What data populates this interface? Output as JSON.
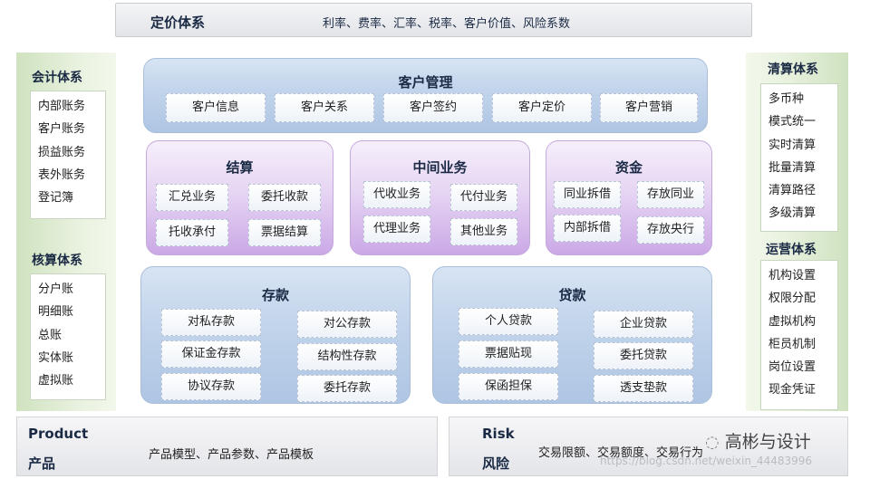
{
  "pricing": {
    "title": "定价体系",
    "items": "利率、费率、汇率、税率、客户价值、风险系数"
  },
  "accounting": {
    "title": "会计体系",
    "items": [
      "内部账务",
      "客户账务",
      "损益账务",
      "表外账务",
      "登记簿"
    ]
  },
  "costing": {
    "title": "核算体系",
    "items": [
      "分户账",
      "明细账",
      "总账",
      "实体账",
      "虚拟账"
    ]
  },
  "clearing": {
    "title": "清算体系",
    "items": [
      "多币种",
      "模式统一",
      "实时清算",
      "批量清算",
      "清算路径",
      "多级清算"
    ]
  },
  "operations": {
    "title": "运营体系",
    "items": [
      "机构设置",
      "权限分配",
      "虚拟机构",
      "柜员机制",
      "岗位设置",
      "现金凭证"
    ]
  },
  "customer": {
    "title": "客户管理",
    "items": [
      "客户信息",
      "客户关系",
      "客户签约",
      "客户定价",
      "客户营销"
    ]
  },
  "settlement": {
    "title": "结算",
    "items": [
      "汇兑业务",
      "委托收款",
      "托收承付",
      "票据结算"
    ]
  },
  "intermediary": {
    "title": "中间业务",
    "items": [
      "代收业务",
      "代付业务",
      "代理业务",
      "其他业务"
    ]
  },
  "funds": {
    "title": "资金",
    "items": [
      "同业拆借",
      "存放同业",
      "内部拆借",
      "存放央行"
    ]
  },
  "deposit": {
    "title": "存款",
    "items": [
      "对私存款",
      "对公存款",
      "保证金存款",
      "结构性存款",
      "协议存款",
      "委托存款"
    ]
  },
  "loan": {
    "title": "贷款",
    "items": [
      "个人贷款",
      "企业贷款",
      "票据贴现",
      "委托贷款",
      "保函担保",
      "透支垫款"
    ]
  },
  "product": {
    "title_en": "Product",
    "title_cn": "产品",
    "items": "产品模型、产品参数、产品模板"
  },
  "risk": {
    "title_en": "Risk",
    "title_cn": "风险",
    "items": "交易限额、交易额度、交易行为"
  },
  "watermark": {
    "logo": "高彬与设计",
    "url": "https://blog.csdn.net/weixin_44483996"
  }
}
